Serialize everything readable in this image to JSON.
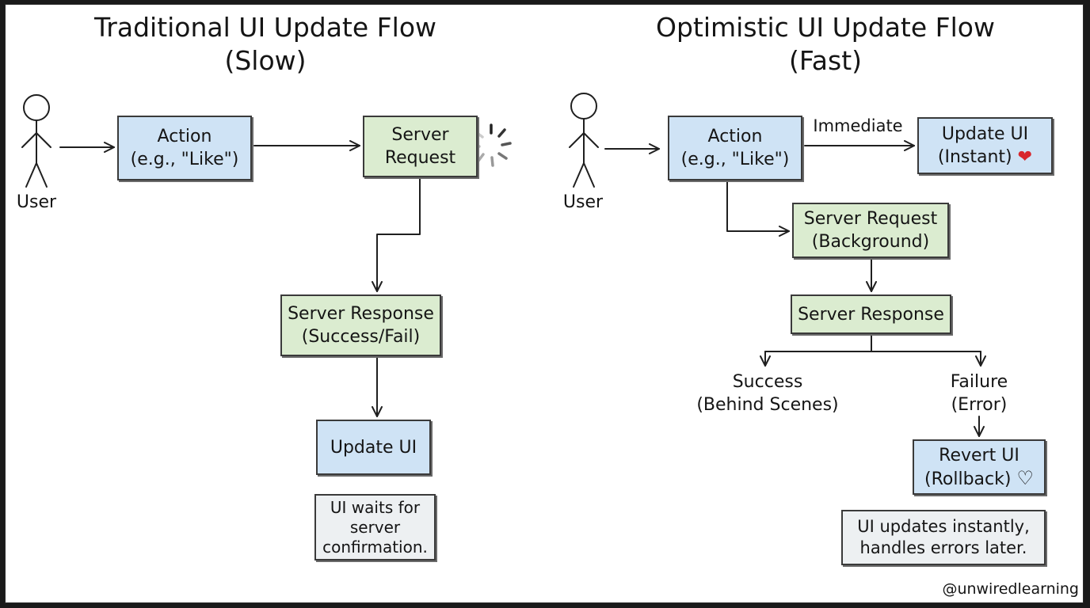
{
  "left": {
    "title_line1": "Traditional UI Update Flow",
    "title_line2": "(Slow)",
    "user_label": "User",
    "action_line1": "Action",
    "action_line2": "(e.g., \"Like\")",
    "server_request_line1": "Server",
    "server_request_line2": "Request",
    "server_response_line1": "Server Response",
    "server_response_line2": "(Success/Fail)",
    "update_ui": "Update UI",
    "note_line1": "UI waits for",
    "note_line2": "server",
    "note_line3": "confirmation."
  },
  "right": {
    "title_line1": "Optimistic UI Update Flow",
    "title_line2": "(Fast)",
    "user_label": "User",
    "action_line1": "Action",
    "action_line2": "(e.g., \"Like\")",
    "immediate_label": "Immediate",
    "update_ui_line1": "Update UI",
    "update_ui_line2": "(Instant)",
    "update_ui_icon": "heart-filled-icon",
    "server_request_line1": "Server Request",
    "server_request_line2": "(Background)",
    "server_response": "Server Response",
    "success_line1": "Success",
    "success_line2": "(Behind Scenes)",
    "failure_line1": "Failure",
    "failure_line2": "(Error)",
    "revert_line1": "Revert UI",
    "revert_line2": "(Rollback)",
    "revert_icon": "heart-outline-icon",
    "note_line1": "UI updates instantly,",
    "note_line2": "handles errors later."
  },
  "watermark": "@unwiredlearning",
  "colors": {
    "action_fill": "#cfe3f5",
    "server_fill": "#dbecd0",
    "note_fill": "#edf0f2",
    "heart": "#d8262c"
  }
}
